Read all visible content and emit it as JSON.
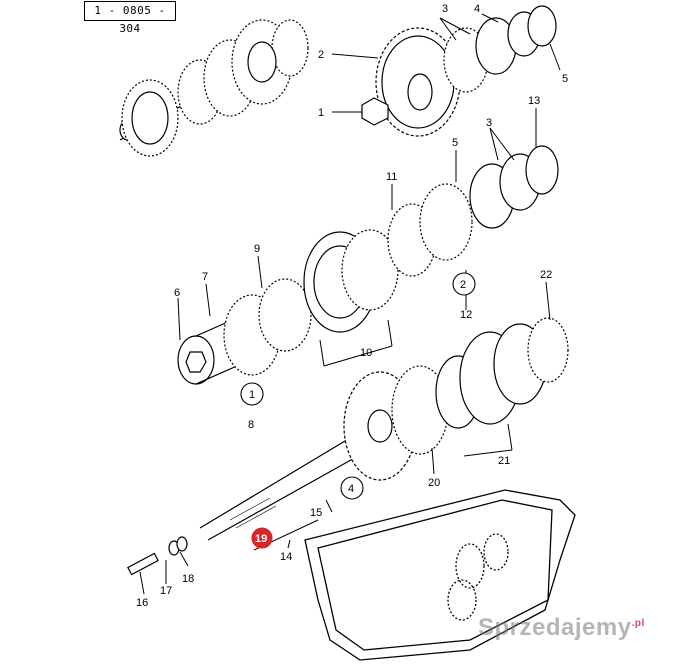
{
  "diagram": {
    "reference_code": "1 - 0805 - 304",
    "callouts": [
      "1",
      "2",
      "3",
      "4",
      "5",
      "13",
      "3",
      "5",
      "11",
      "9",
      "7",
      "6",
      "10",
      "12",
      "2",
      "1",
      "8",
      "22",
      "21",
      "20",
      "4",
      "15",
      "19",
      "14",
      "18",
      "17",
      "16"
    ],
    "highlight_color": "#d62828",
    "ink_color": "#000000"
  },
  "watermark": {
    "text": "Sprzedajemy",
    "suffix": ".pl"
  }
}
